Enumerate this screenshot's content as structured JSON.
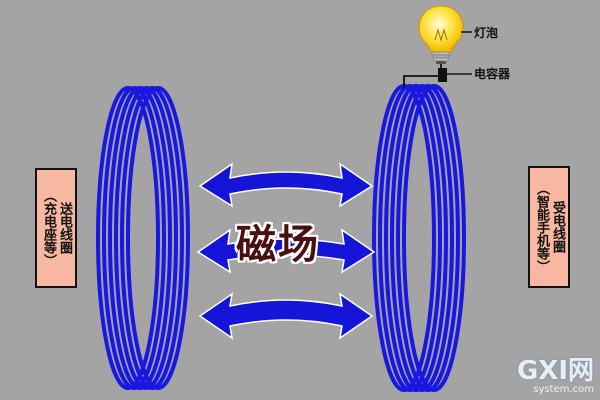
{
  "labels": {
    "field": "磁场",
    "bulb": "灯泡",
    "capacitor": "电容器",
    "sender": [
      "送",
      "电",
      "线",
      "圈",
      "（",
      "充",
      "电",
      "座",
      "等",
      "）"
    ],
    "receiver": [
      "受",
      "电",
      "线",
      "圈",
      "（",
      "智",
      "能",
      "手",
      "机",
      "等",
      "）"
    ]
  },
  "watermark": {
    "brand": "GXI网",
    "site": "system.com"
  },
  "colors": {
    "background": "#a4a4a4",
    "coil": "#1818e0",
    "label_box": "#f7b7a0",
    "field_text": "#4a1010"
  }
}
